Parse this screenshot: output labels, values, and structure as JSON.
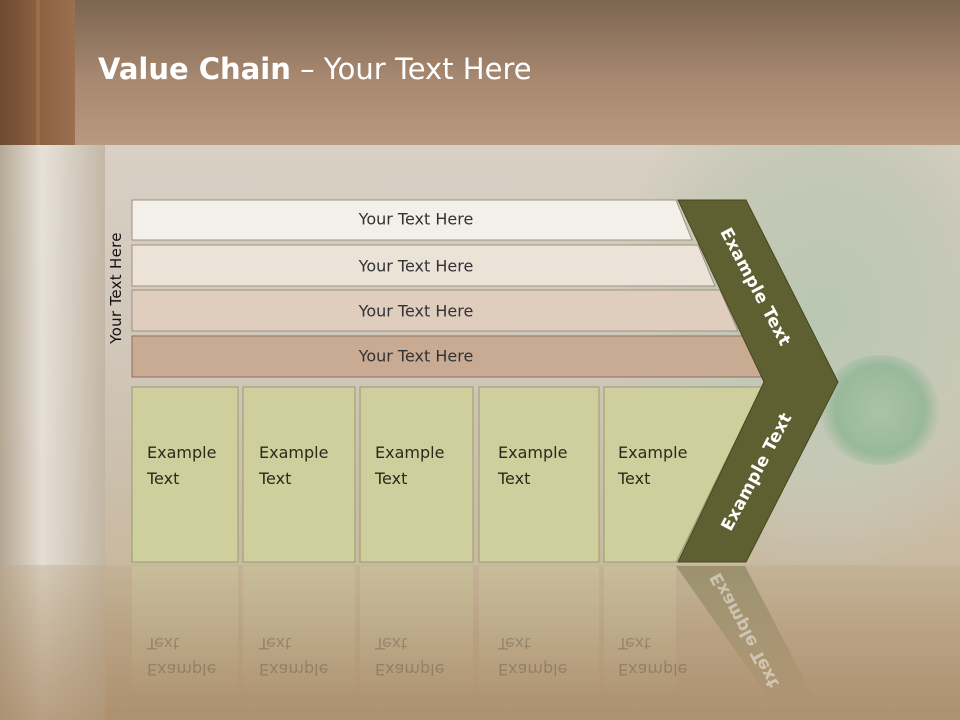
{
  "slide": {
    "title_bold": "Value Chain",
    "title_rest": " – Your Text Here"
  },
  "side_label": "Your Text Here",
  "bars": [
    {
      "label": "Your Text Here",
      "color": "#f3efe9"
    },
    {
      "label": "Your Text Here",
      "color": "#ebe2d8"
    },
    {
      "label": "Your Text Here",
      "color": "#dfcdbd"
    },
    {
      "label": "Your Text Here",
      "color": "#c9ab94"
    }
  ],
  "boxes": [
    {
      "line1": "Example",
      "line2": "Text"
    },
    {
      "line1": "Example",
      "line2": "Text"
    },
    {
      "line1": "Example",
      "line2": "Text"
    },
    {
      "line1": "Example",
      "line2": "Text"
    },
    {
      "line1": "Example",
      "line2": "Text"
    }
  ],
  "box_color": "#cfcf9e",
  "chevron": {
    "upper_text": "Example Text",
    "lower_text": "Example Text",
    "color": "#5e6031"
  }
}
